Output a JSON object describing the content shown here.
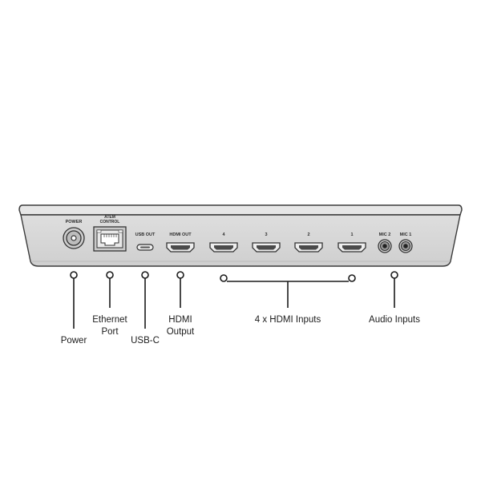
{
  "device": {
    "port_labels": {
      "power": "POWER",
      "atem_control_line1": "ATEM",
      "atem_control_line2": "CONTROL",
      "usb_out": "USB OUT",
      "hdmi_out": "HDMI OUT",
      "hdmi_in_4": "4",
      "hdmi_in_3": "3",
      "hdmi_in_2": "2",
      "hdmi_in_1": "1",
      "mic_2": "MIC 2",
      "mic_1": "MIC 1"
    }
  },
  "callouts": {
    "power": "Power",
    "ethernet_line1": "Ethernet",
    "ethernet_line2": "Port",
    "usbc": "USB-C",
    "hdmi_output_line1": "HDMI",
    "hdmi_output_line2": "Output",
    "hdmi_inputs": "4 x HDMI Inputs",
    "audio_inputs": "Audio Inputs"
  },
  "colors": {
    "chassis_top": "#e4e4e4",
    "chassis_face": "#d3d3d3",
    "chassis_outline": "#3a3a3a",
    "line": "#1a1a1a"
  }
}
